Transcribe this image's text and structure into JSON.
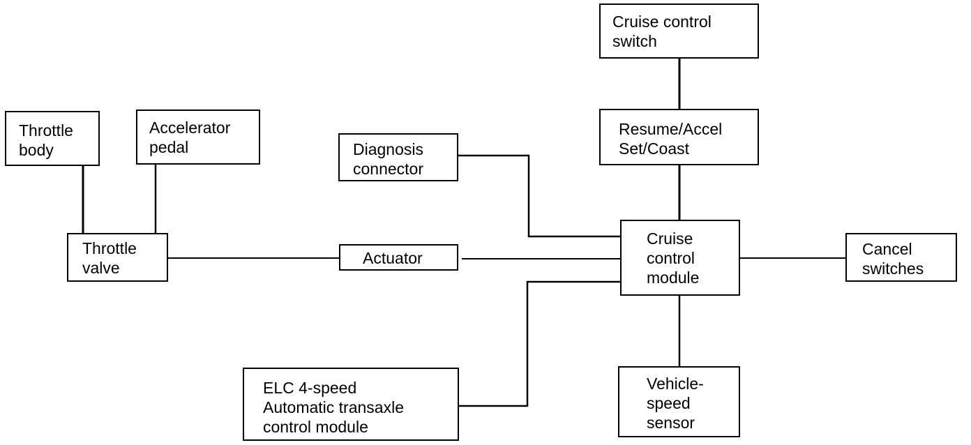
{
  "blocks": {
    "cruise_control_switch": "Cruise control\nswitch",
    "resume_set": "Resume/Accel\nSet/Coast",
    "throttle_body": "Throttle\nbody",
    "accelerator_pedal": "Accelerator\npedal",
    "diagnosis_connector": "Diagnosis\nconnector",
    "throttle_valve": "Throttle\nvalve",
    "actuator": "Actuator",
    "cruise_control_module": "Cruise\ncontrol\nmodule",
    "cancel_switches": "Cancel\nswitches",
    "vehicle_speed_sensor": "Vehicle-\nspeed\nsensor",
    "elc_module": "ELC 4-speed\nAutomatic transaxle\ncontrol module"
  },
  "colors": {
    "line": "#000000",
    "background": "#ffffff"
  }
}
